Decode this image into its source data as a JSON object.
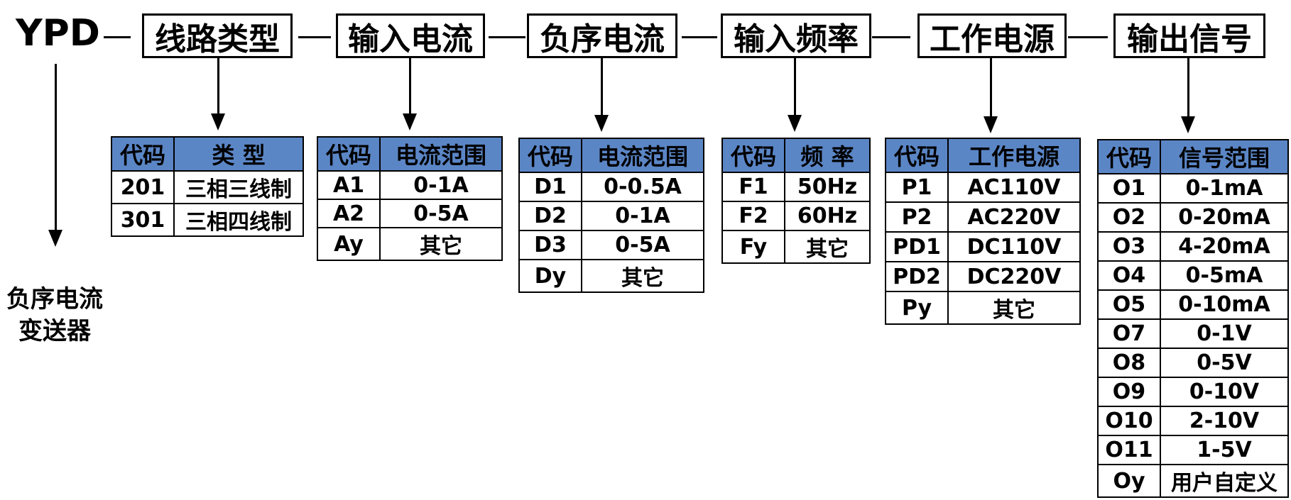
{
  "model": "YPD",
  "device_label": [
    "负序电流",
    "变送器"
  ],
  "headers": [
    "线路类型",
    "输入电流",
    "负序电流",
    "输入频率",
    "工作电源",
    "输出信号"
  ],
  "tables": [
    {
      "columns": [
        "代码",
        "类  型"
      ],
      "rows": [
        [
          "201",
          "三相三线制"
        ],
        [
          "301",
          "三相四线制"
        ]
      ]
    },
    {
      "columns": [
        "代码",
        "电流范围"
      ],
      "rows": [
        [
          "A1",
          "0-1A"
        ],
        [
          "A2",
          "0-5A"
        ],
        [
          "Ay",
          "其它"
        ]
      ]
    },
    {
      "columns": [
        "代码",
        "电流范围"
      ],
      "rows": [
        [
          "D1",
          "0-0.5A"
        ],
        [
          "D2",
          "0-1A"
        ],
        [
          "D3",
          "0-5A"
        ],
        [
          "Dy",
          "其它"
        ]
      ]
    },
    {
      "columns": [
        "代码",
        "频  率"
      ],
      "rows": [
        [
          "F1",
          "50Hz"
        ],
        [
          "F2",
          "60Hz"
        ],
        [
          "Fy",
          "其它"
        ]
      ]
    },
    {
      "columns": [
        "代码",
        "工作电源"
      ],
      "rows": [
        [
          "P1",
          "AC110V"
        ],
        [
          "P2",
          "AC220V"
        ],
        [
          "PD1",
          "DC110V"
        ],
        [
          "PD2",
          "DC220V"
        ],
        [
          "Py",
          "其它"
        ]
      ]
    },
    {
      "columns": [
        "代码",
        "信号范围"
      ],
      "rows": [
        [
          "O1",
          "0-1mA"
        ],
        [
          "O2",
          "0-20mA"
        ],
        [
          "O3",
          "4-20mA"
        ],
        [
          "O4",
          "0-5mA"
        ],
        [
          "O5",
          "0-10mA"
        ],
        [
          "O7",
          "0-1V"
        ],
        [
          "O8",
          "0-5V"
        ],
        [
          "O9",
          "0-10V"
        ],
        [
          "O10",
          "2-10V"
        ],
        [
          "O11",
          "1-5V"
        ],
        [
          "Oy",
          "用户自定义"
        ]
      ]
    }
  ],
  "colors": {
    "header_fill": "#5b86c6",
    "line": "#000000"
  }
}
